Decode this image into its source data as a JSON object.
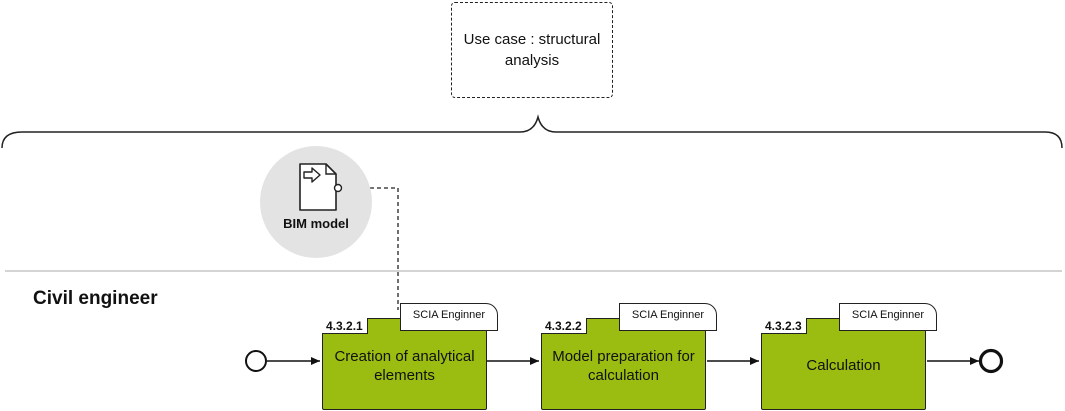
{
  "use_case": {
    "text": "Use case : structural analysis"
  },
  "data_object": {
    "label": "BIM model",
    "icon": "document-import-icon"
  },
  "lane": {
    "label": "Civil engineer"
  },
  "tasks": [
    {
      "id": "4.3.2.1",
      "tool": "SCIA Enginner",
      "name": "Creation of analytical elements"
    },
    {
      "id": "4.3.2.2",
      "tool": "SCIA Enginner",
      "name": "Model preparation for calculation"
    },
    {
      "id": "4.3.2.3",
      "tool": "SCIA Enginner",
      "name": "Calculation"
    }
  ],
  "events": {
    "start": "start-event",
    "end": "end-event"
  },
  "colors": {
    "task_fill": "#9bbd12",
    "data_bg": "#e3e3e3",
    "lane_line": "#bbbbbb"
  }
}
